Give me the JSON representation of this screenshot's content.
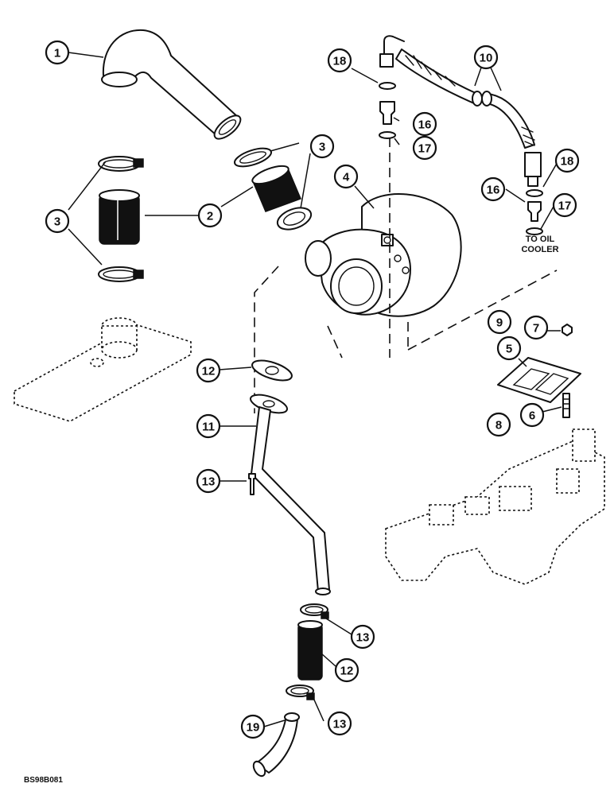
{
  "callouts": [
    {
      "id": "c-1",
      "label": "1"
    },
    {
      "id": "c-2",
      "label": "2"
    },
    {
      "id": "c-3a",
      "label": "3"
    },
    {
      "id": "c-3b",
      "label": "3"
    },
    {
      "id": "c-4",
      "label": "4"
    },
    {
      "id": "c-5",
      "label": "5"
    },
    {
      "id": "c-6",
      "label": "6"
    },
    {
      "id": "c-7",
      "label": "7"
    },
    {
      "id": "c-8",
      "label": "8"
    },
    {
      "id": "c-9",
      "label": "9"
    },
    {
      "id": "c-10",
      "label": "10"
    },
    {
      "id": "c-11",
      "label": "11"
    },
    {
      "id": "c-12a",
      "label": "12"
    },
    {
      "id": "c-12b",
      "label": "12"
    },
    {
      "id": "c-13a",
      "label": "13"
    },
    {
      "id": "c-13b",
      "label": "13"
    },
    {
      "id": "c-13c",
      "label": "13"
    },
    {
      "id": "c-16a",
      "label": "16"
    },
    {
      "id": "c-16b",
      "label": "16"
    },
    {
      "id": "c-17a",
      "label": "17"
    },
    {
      "id": "c-17b",
      "label": "17"
    },
    {
      "id": "c-18a",
      "label": "18"
    },
    {
      "id": "c-18b",
      "label": "18"
    },
    {
      "id": "c-19",
      "label": "19"
    }
  ],
  "notes": {
    "oil_cooler_line1": "TO OIL",
    "oil_cooler_line2": "COOLER"
  },
  "figure_code": "BS98B081"
}
